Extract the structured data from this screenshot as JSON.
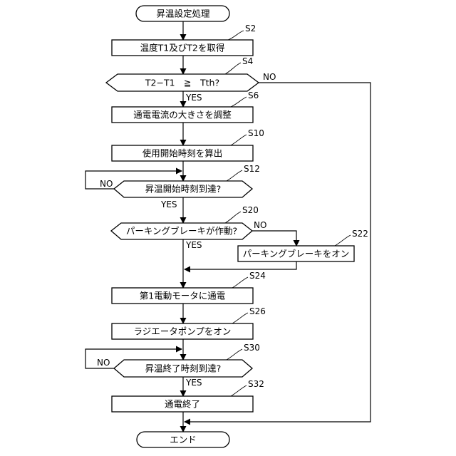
{
  "flowchart": {
    "start": "昇温設定処理",
    "end": "エンド",
    "yes": "YES",
    "no": "NO",
    "nodes": [
      {
        "id": "s2",
        "kind": "process",
        "label": "温度T1及びT2を取得",
        "step": "S2"
      },
      {
        "id": "s4",
        "kind": "decision",
        "label": "T2−T1　≧　Tth?",
        "step": "S4"
      },
      {
        "id": "s6",
        "kind": "process",
        "label": "通電電流の大きさを調整",
        "step": "S6"
      },
      {
        "id": "s10",
        "kind": "process",
        "label": "使用開始時刻を算出",
        "step": "S10"
      },
      {
        "id": "s12",
        "kind": "decision",
        "label": "昇温開始時刻到達?",
        "step": "S12"
      },
      {
        "id": "s20",
        "kind": "decision",
        "label": "パーキングブレーキが作動?",
        "step": "S20"
      },
      {
        "id": "s22",
        "kind": "process",
        "label": "パーキングブレーキをオン",
        "step": "S22"
      },
      {
        "id": "s24",
        "kind": "process",
        "label": "第1電動モータに通電",
        "step": "S24"
      },
      {
        "id": "s26",
        "kind": "process",
        "label": "ラジエータポンプをオン",
        "step": "S26"
      },
      {
        "id": "s30",
        "kind": "decision",
        "label": "昇温終了時刻到達?",
        "step": "S30"
      },
      {
        "id": "s32",
        "kind": "process",
        "label": "通電終了",
        "step": "S32"
      }
    ]
  }
}
